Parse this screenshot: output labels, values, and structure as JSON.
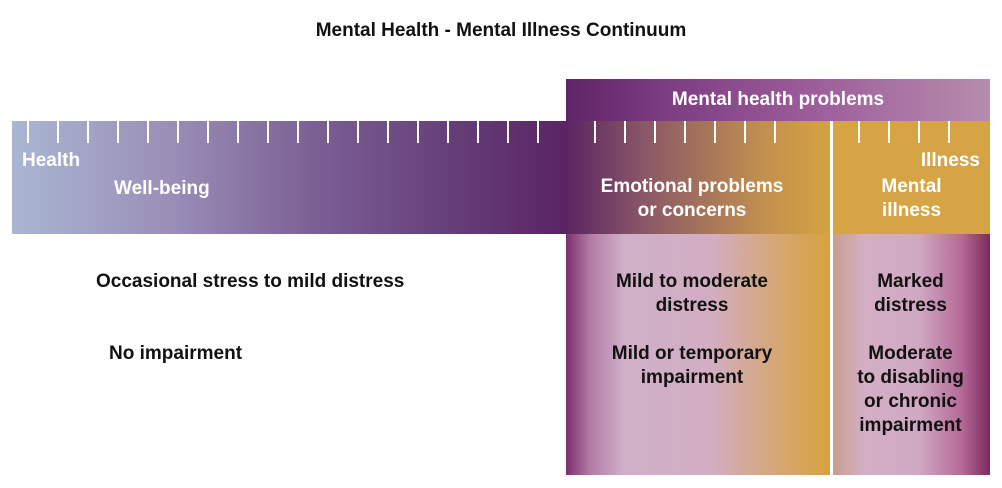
{
  "title": "Mental Health - Mental Illness Continuum",
  "banner": "Mental health problems",
  "scale": {
    "left_end": "Health",
    "right_end": "Illness"
  },
  "zones": {
    "wellbeing": "Well-being",
    "emotional_line1": "Emotional problems",
    "emotional_line2": "or concerns",
    "illness_line1": "Mental",
    "illness_line2": "illness"
  },
  "descriptions": {
    "wellbeing_distress": "Occasional stress to mild distress",
    "wellbeing_impairment": "No impairment",
    "emotional_distress_1": "Mild to moderate",
    "emotional_distress_2": "distress",
    "emotional_impairment_1": "Mild or temporary",
    "emotional_impairment_2": "impairment",
    "illness_distress_1": "Marked",
    "illness_distress_2": "distress",
    "illness_impairment_1": "Moderate",
    "illness_impairment_2": "to disabling",
    "illness_impairment_3": "or chronic",
    "illness_impairment_4": "impairment"
  },
  "colors": {
    "purple_dark": "#5a2464",
    "blue_light": "#a9b6d3",
    "gold": "#d6a444",
    "pink": "#d2aec3"
  }
}
